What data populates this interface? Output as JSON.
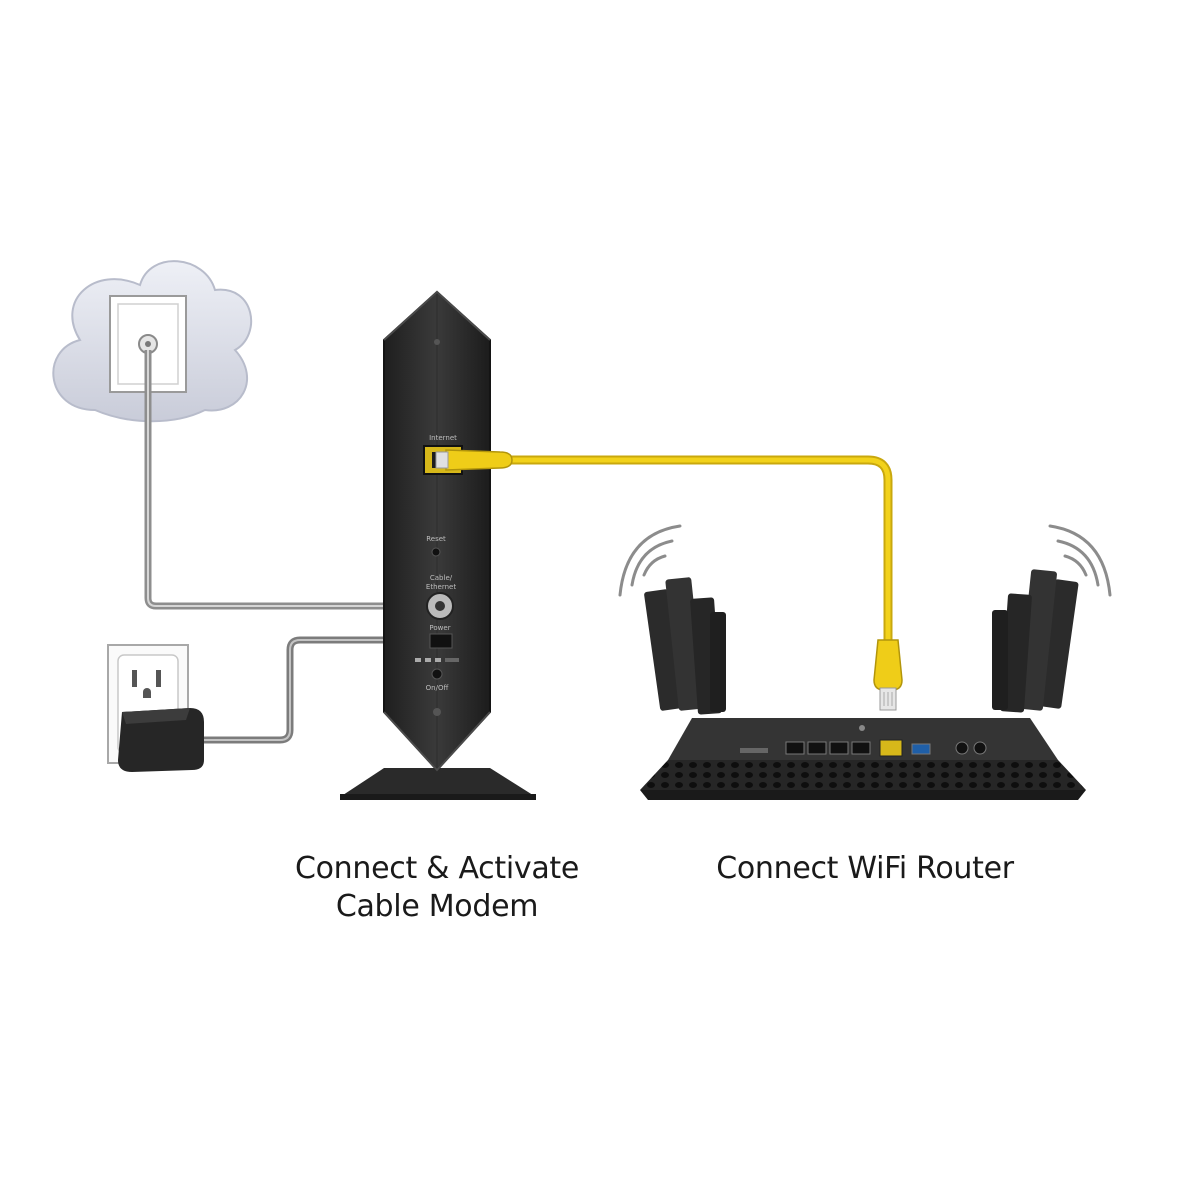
{
  "captions": {
    "modem_line1": "Connect & Activate",
    "modem_line2": "Cable Modem",
    "router": "Connect WiFi Router"
  },
  "modem_labels": {
    "internet": "Internet",
    "reset": "Reset",
    "cable_line1": "Cable/",
    "cable_line2": "Ethernet",
    "power": "Power",
    "onoff": "On/Off"
  },
  "colors": {
    "ethernet_cable": "#f2d21b",
    "device_body": "#2b2b2b",
    "cloud": "#d9dbe6",
    "coax_cable": "#9a9a9a"
  },
  "icons": {
    "wall_jack": "coax-wall-outlet-icon",
    "power_outlet": "power-outlet-icon",
    "power_adapter": "power-adapter-icon",
    "wifi_waves": "wifi-signal-icon"
  }
}
